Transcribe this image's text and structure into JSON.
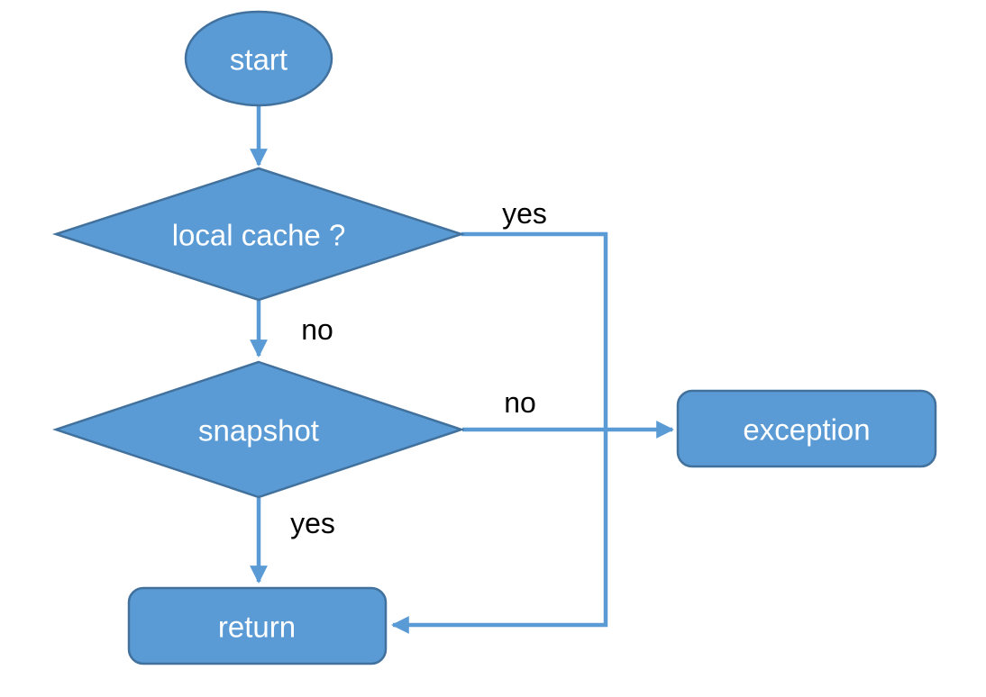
{
  "diagram": {
    "colors": {
      "node_fill": "#5b9bd5",
      "node_border": "#41719c",
      "connector": "#5b9bd5",
      "node_text": "#ffffff",
      "label_text": "#000000"
    },
    "nodes": [
      {
        "id": "start",
        "type": "ellipse",
        "label": "start"
      },
      {
        "id": "local-cache",
        "type": "decision",
        "label": "local cache ?"
      },
      {
        "id": "snapshot",
        "type": "decision",
        "label": "snapshot"
      },
      {
        "id": "exception",
        "type": "process",
        "label": "exception"
      },
      {
        "id": "return",
        "type": "process",
        "label": "return"
      }
    ],
    "edges": [
      {
        "from": "start",
        "to": "local-cache",
        "label": ""
      },
      {
        "from": "local-cache",
        "to": "return",
        "label": "yes"
      },
      {
        "from": "local-cache",
        "to": "snapshot",
        "label": "no"
      },
      {
        "from": "snapshot",
        "to": "exception",
        "label": "no"
      },
      {
        "from": "snapshot",
        "to": "return",
        "label": "yes"
      }
    ]
  }
}
